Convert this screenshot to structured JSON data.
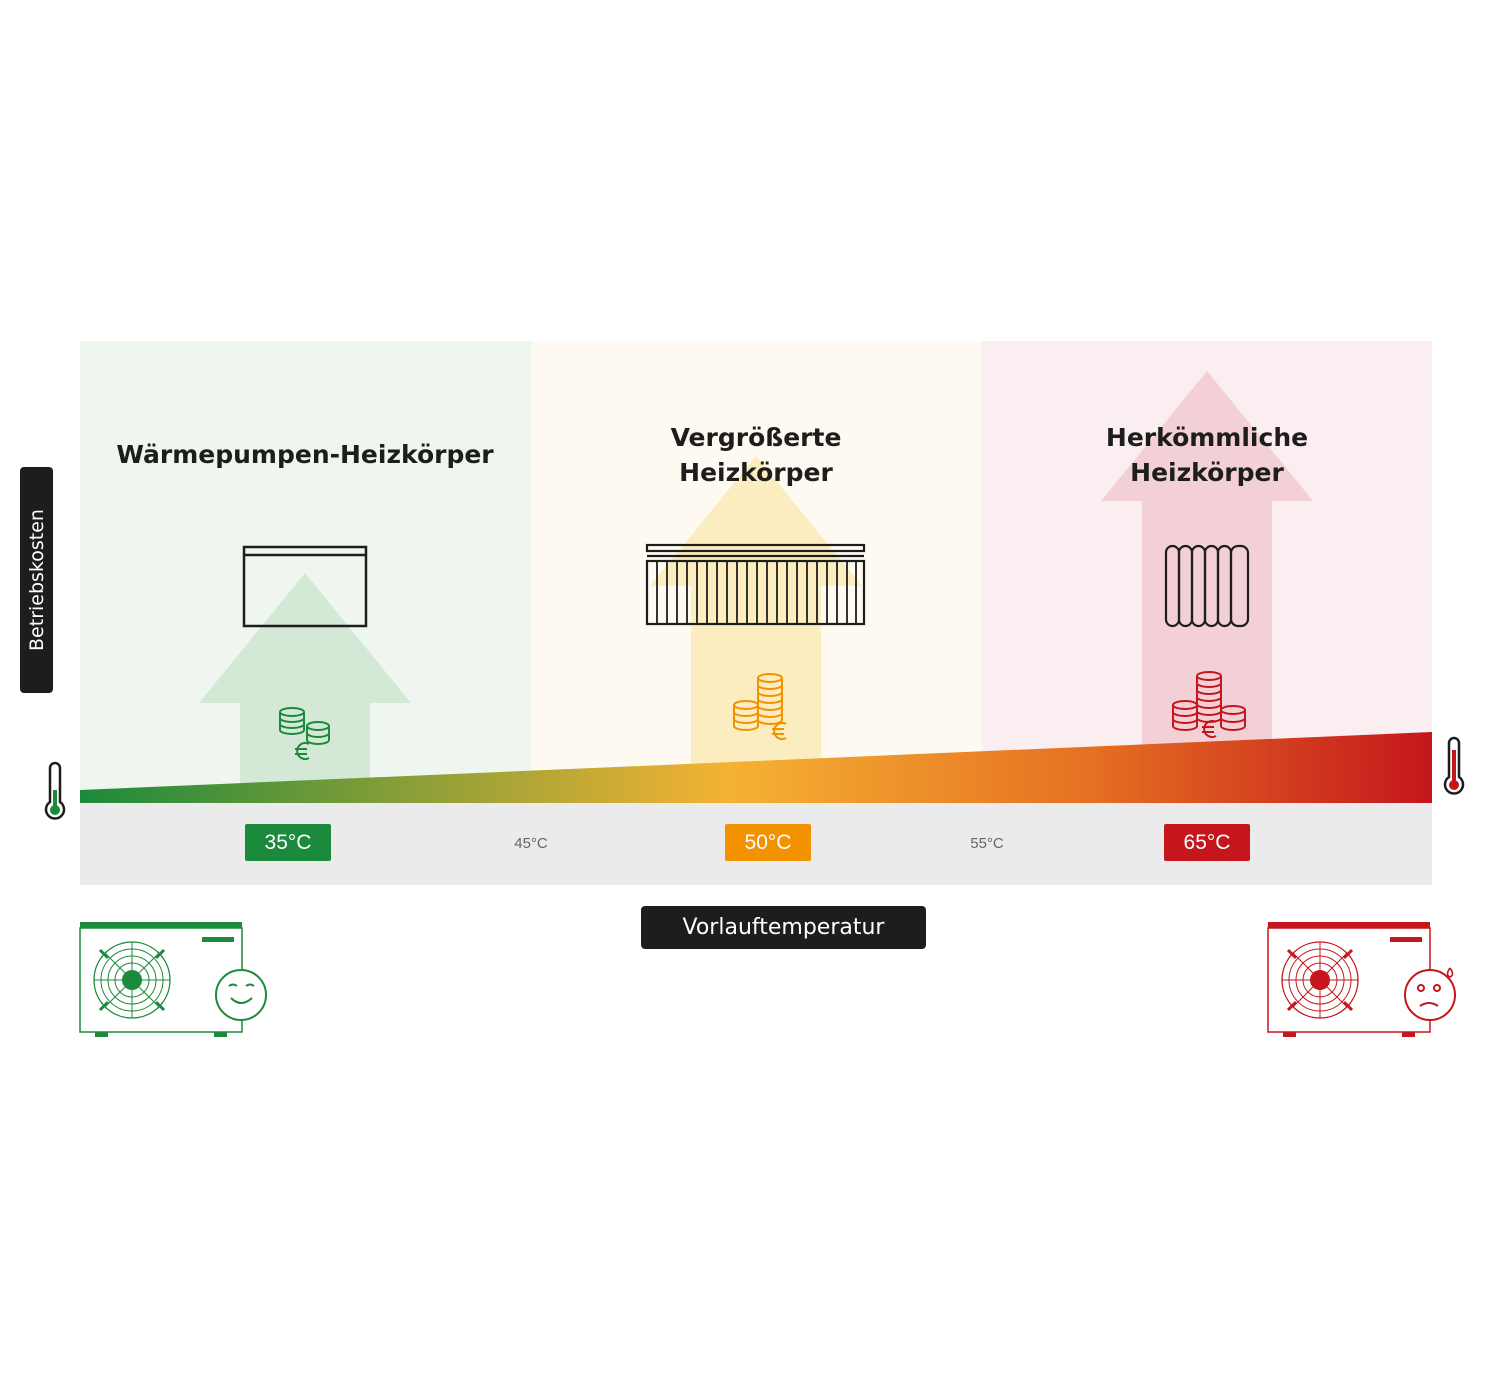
{
  "colors": {
    "green": "#1c8a3c",
    "orange": "#f39200",
    "red": "#c4161c",
    "dark": "#1d1d1b",
    "zone_green_bg": "#eff6ef",
    "zone_orange_bg": "#fef9f1",
    "zone_red_bg": "#faeef0",
    "temp_band_bg": "#ebebeb"
  },
  "axes": {
    "y_label": "Betriebskosten",
    "x_label": "Vorlauftemperatur"
  },
  "zones": [
    {
      "title_lines": [
        "Wärmepumpen-Heizkörper"
      ],
      "radiator_icon": "flat-panel-radiator-icon",
      "cost_icon": "small-coins-euro-icon",
      "cost_level": 0.3
    },
    {
      "title_lines": [
        "Vergrößerte",
        "Heizkörper"
      ],
      "radiator_icon": "large-finned-radiator-icon",
      "cost_icon": "medium-coins-euro-icon",
      "cost_level": 0.6
    },
    {
      "title_lines": [
        "Herkömmliche",
        "Heizkörper"
      ],
      "radiator_icon": "sectional-radiator-icon",
      "cost_icon": "large-coins-euro-icon",
      "cost_level": 1.0
    }
  ],
  "temperatures": {
    "primary": [
      {
        "label": "35°C",
        "color": "#1c8a3c"
      },
      {
        "label": "50°C",
        "color": "#f39200"
      },
      {
        "label": "65°C",
        "color": "#c4161c"
      }
    ],
    "secondary": [
      "45°C",
      "55°C"
    ]
  },
  "end_icons": {
    "left": {
      "thermometer": "thermometer-low-icon",
      "heat_pump": "heat-pump-green-icon",
      "face": "happy-face-icon"
    },
    "right": {
      "thermometer": "thermometer-high-icon",
      "heat_pump": "heat-pump-red-icon",
      "face": "sweating-face-icon"
    }
  }
}
